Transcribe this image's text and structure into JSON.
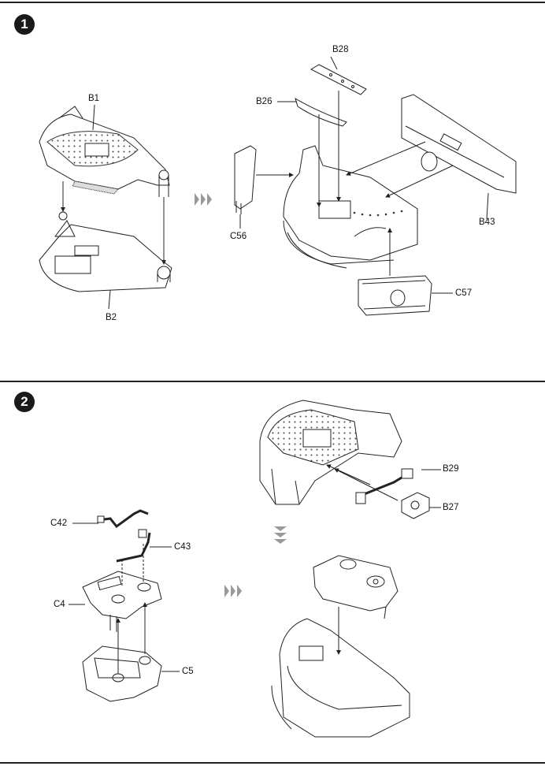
{
  "steps": [
    {
      "number": "1"
    },
    {
      "number": "2"
    }
  ],
  "parts": {
    "b1": "B1",
    "b2": "B2",
    "b28": "B28",
    "b26": "B26",
    "c56": "C56",
    "b43": "B43",
    "c57": "C57",
    "b29": "B29",
    "b27": "B27",
    "c42": "C42",
    "c43": "C43",
    "c4": "C4",
    "c5": "C5"
  },
  "colors": {
    "ink": "#1a1a1a",
    "line": "#333333",
    "badge": "#1a1a1a"
  }
}
